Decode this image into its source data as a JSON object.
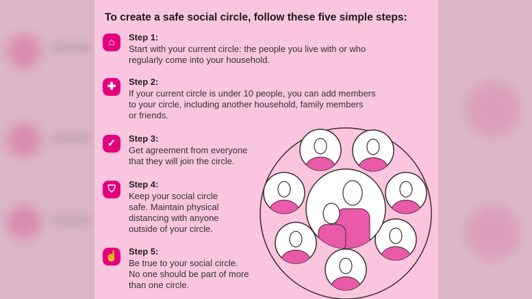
{
  "title": "To create a safe social circle, follow these five simple steps:",
  "steps": [
    {
      "label": "Step 1:",
      "icon": "house-icon",
      "text": "Start with your current circle: the people you live with or who\nregularly come into your household."
    },
    {
      "label": "Step 2:",
      "icon": "plus-icon",
      "text": "If your current circle is under 10 people, you can add members\nto your circle, including another household, family members\nor friends."
    },
    {
      "label": "Step 3:",
      "icon": "check-bubble-icon",
      "text": "Get agreement from everyone\nthat they will join the circle."
    },
    {
      "label": "Step 4:",
      "icon": "shield-icon",
      "text": "Keep your social circle\nsafe. Maintain physical\ndistancing with anyone\noutside of your circle."
    },
    {
      "label": "Step 5:",
      "icon": "raised-finger-icon",
      "text": "Be true to your social circle.\nNo one should be part of more\nthan one circle."
    }
  ],
  "colors": {
    "accent": "#e3007d",
    "panel": "#fac5de",
    "person": "#ea5aa8"
  }
}
